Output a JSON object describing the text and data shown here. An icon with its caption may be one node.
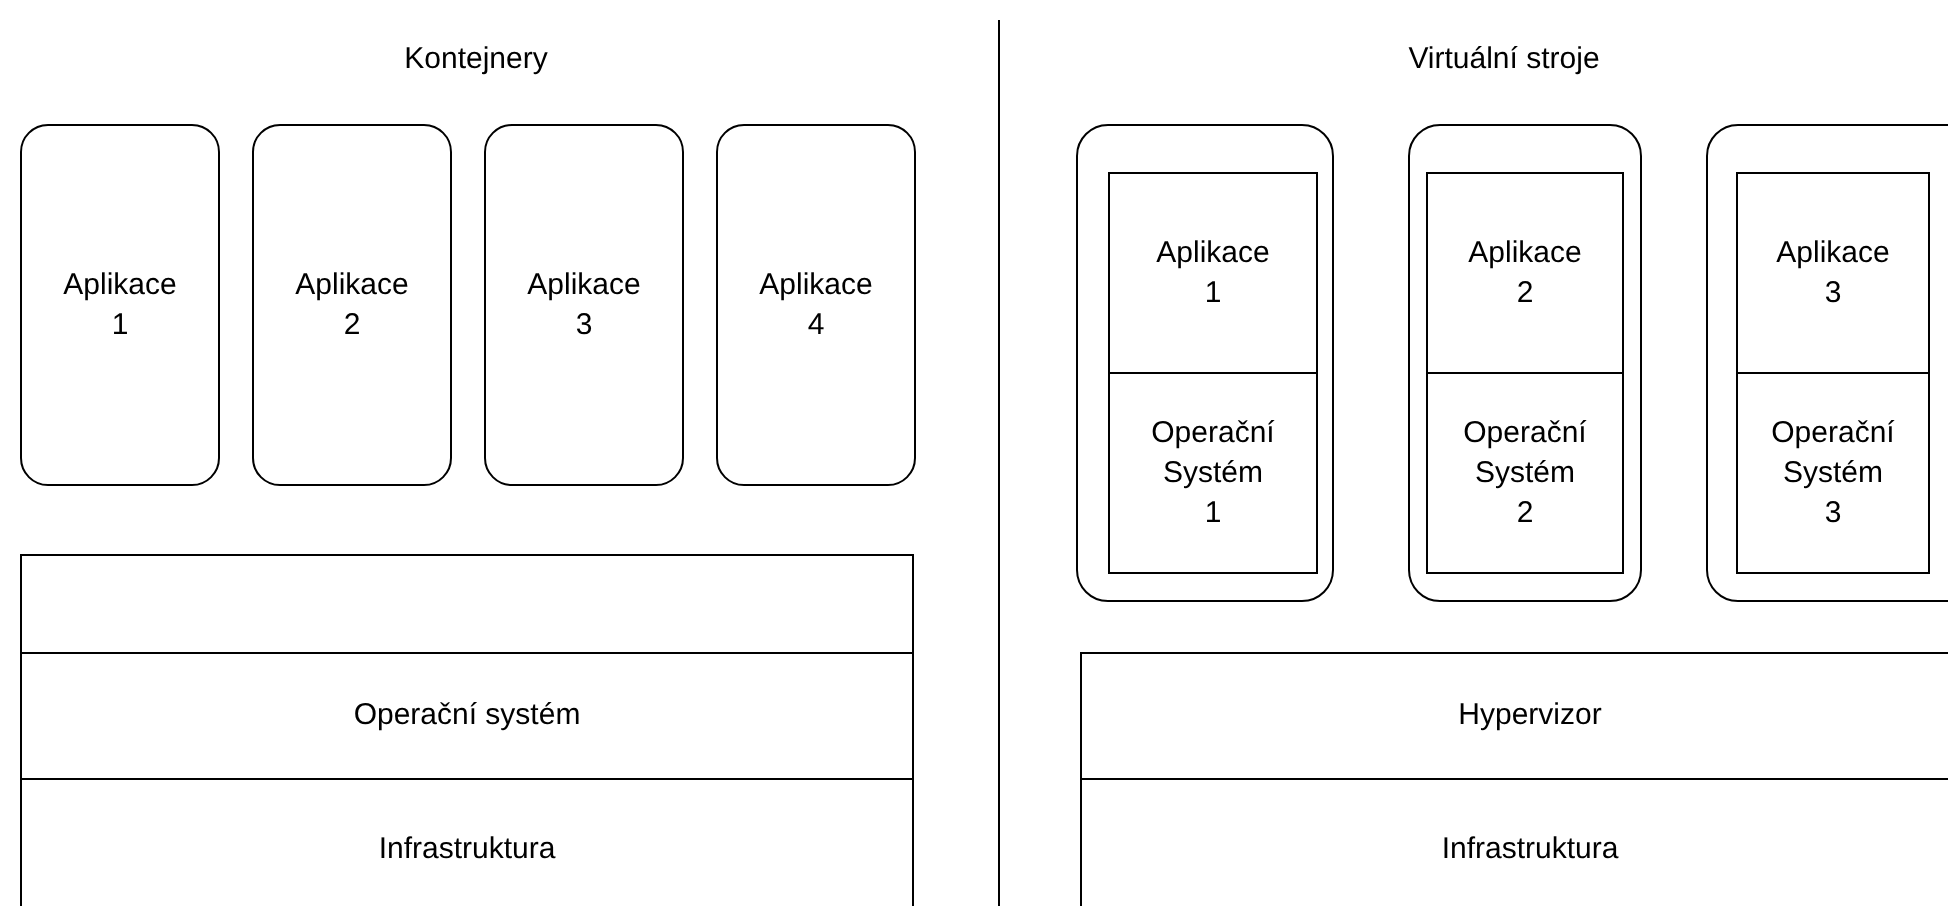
{
  "diagram": {
    "nodes": [
      {
        "text": [
          "Aplikace 1"
        ]
      },
      {
        "text": [
          "Aplikace 2"
        ]
      },
      {
        "text": [
          "Aplikace 3"
        ]
      },
      {
        "text": [
          "Aplikace 4"
        ]
      },
      {
        "text": [],
        "shape": "box"
      },
      {
        "text": [
          "Operační systém"
        ]
      },
      {
        "text": [
          "Infrastruktura"
        ]
      },
      {
        "text": [],
        "shape": "box"
      },
      {
        "text": [
          "Aplikace 1"
        ],
        "in": 7
      },
      {
        "text": [
          "Operační Systém 1"
        ],
        "in": 7
      },
      {
        "text": [],
        "shape": "box"
      },
      {
        "text": [
          "Aplikace 2"
        ],
        "in": 10
      },
      {
        "text": [
          "Operační Systém 2"
        ],
        "in": 10
      },
      {
        "text": [],
        "shape": "box"
      },
      {
        "text": [
          "Aplikace 3"
        ],
        "in": 13
      },
      {
        "text": [
          "Operační Systém 3"
        ],
        "in": 13
      },
      {
        "text": [
          "Hypervizor"
        ]
      },
      {
        "text": [
          "Infrastruktura"
        ]
      }
    ],
    "labels": [
      "Kontejnery",
      "Virtuální stroje"
    ]
  }
}
